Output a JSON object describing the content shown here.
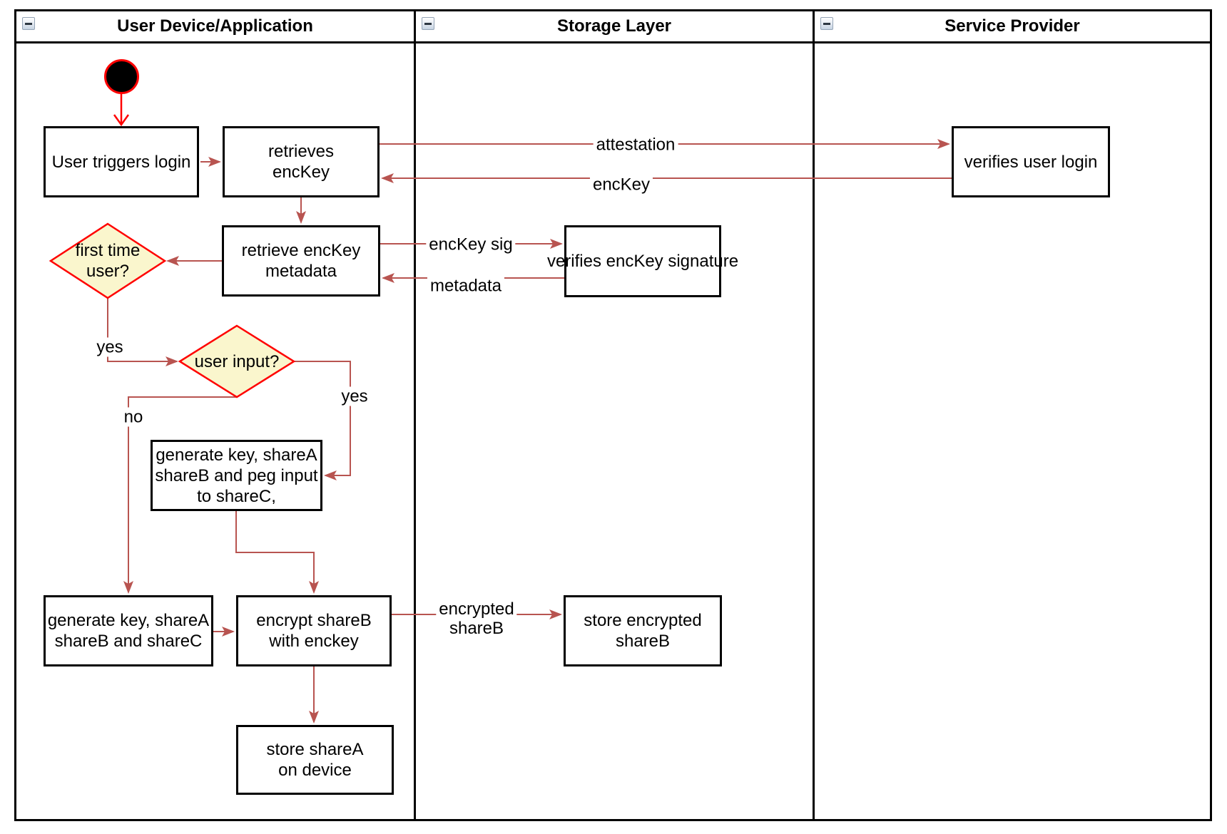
{
  "lanes": [
    {
      "title": "User Device/Application"
    },
    {
      "title": "Storage Layer"
    },
    {
      "title": "Service Provider"
    }
  ],
  "nodes": {
    "user_triggers_login": "User triggers login",
    "retrieves_enckey": "retrieves\nencKey",
    "verifies_user_login": "verifies user login",
    "retrieve_enckey_metadata": "retrieve encKey\nmetadata",
    "verifies_enckey_signature": "verifies encKey signature",
    "first_time_user": "first time\nuser?",
    "user_input": "user input?",
    "generate_key_peg_input": "generate key, shareA\nshareB and peg input\nto shareC,",
    "generate_key_shares": "generate key, shareA\nshareB and shareC",
    "encrypt_shareb": "encrypt shareB\nwith enckey",
    "store_encrypted_shareb": "store encrypted\nshareB",
    "store_sharea": "store shareA\non device"
  },
  "edge_labels": {
    "attestation": "attestation",
    "enckey": "encKey",
    "enckey_sig": "encKey sig",
    "metadata": "metadata",
    "first_time_yes": "yes",
    "user_input_yes": "yes",
    "user_input_no": "no",
    "encrypted_shareb": "encrypted\nshareB"
  },
  "colors": {
    "edge": "#B85450",
    "start_node_border": "#FF0000",
    "start_edge": "#FF0000",
    "decision_fill": "#FAF6CD",
    "decision_border": "#FF0000",
    "node_border": "#000000",
    "node_fill": "#FFFFFF"
  }
}
